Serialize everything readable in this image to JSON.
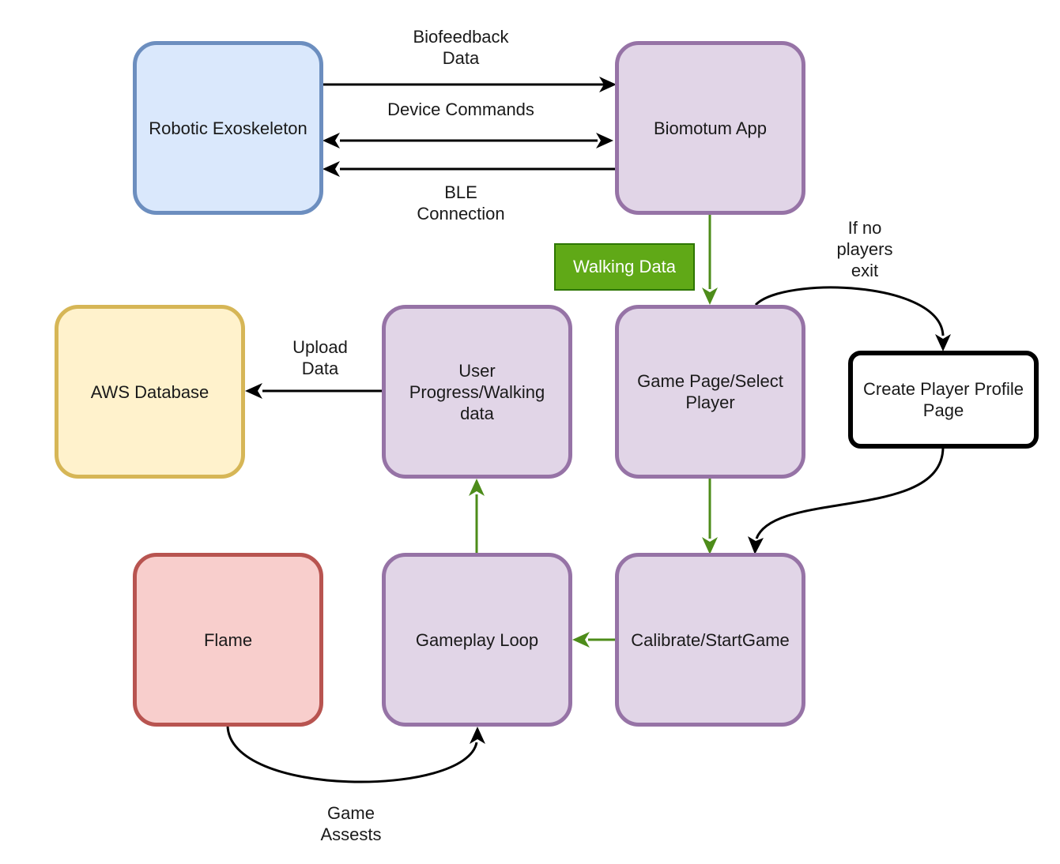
{
  "nodes": {
    "robotic_exoskeleton": "Robotic Exoskeleton",
    "biomotum_app": "Biomotum App",
    "aws_database": "AWS Database",
    "user_progress": "User\nProgress/Walking\ndata",
    "game_page": "Game Page/Select\nPlayer",
    "create_profile": "Create Player Profile\nPage",
    "flame": "Flame",
    "gameplay_loop": "Gameplay Loop",
    "calibrate": "Calibrate/StartGame"
  },
  "edge_labels": {
    "biofeedback": "Biofeedback\nData",
    "device_commands": "Device Commands",
    "ble": "BLE\nConnection",
    "walking_data": "Walking Data",
    "if_no_players": "If no\nplayers\nexit",
    "upload_data": "Upload\nData",
    "game_assets": "Game\nAssests"
  },
  "colors": {
    "purple_fill": "#e1d5e7",
    "purple_stroke": "#9673a6",
    "blue_fill": "#dae8fc",
    "blue_stroke": "#6c8ebf",
    "yellow_fill": "#fff2cc",
    "yellow_stroke": "#d6b656",
    "red_fill": "#f8cecc",
    "red_stroke": "#b85450",
    "green_arrow": "#4d8c1a",
    "green_tag": "#60a917",
    "black_arrow": "#000000"
  }
}
